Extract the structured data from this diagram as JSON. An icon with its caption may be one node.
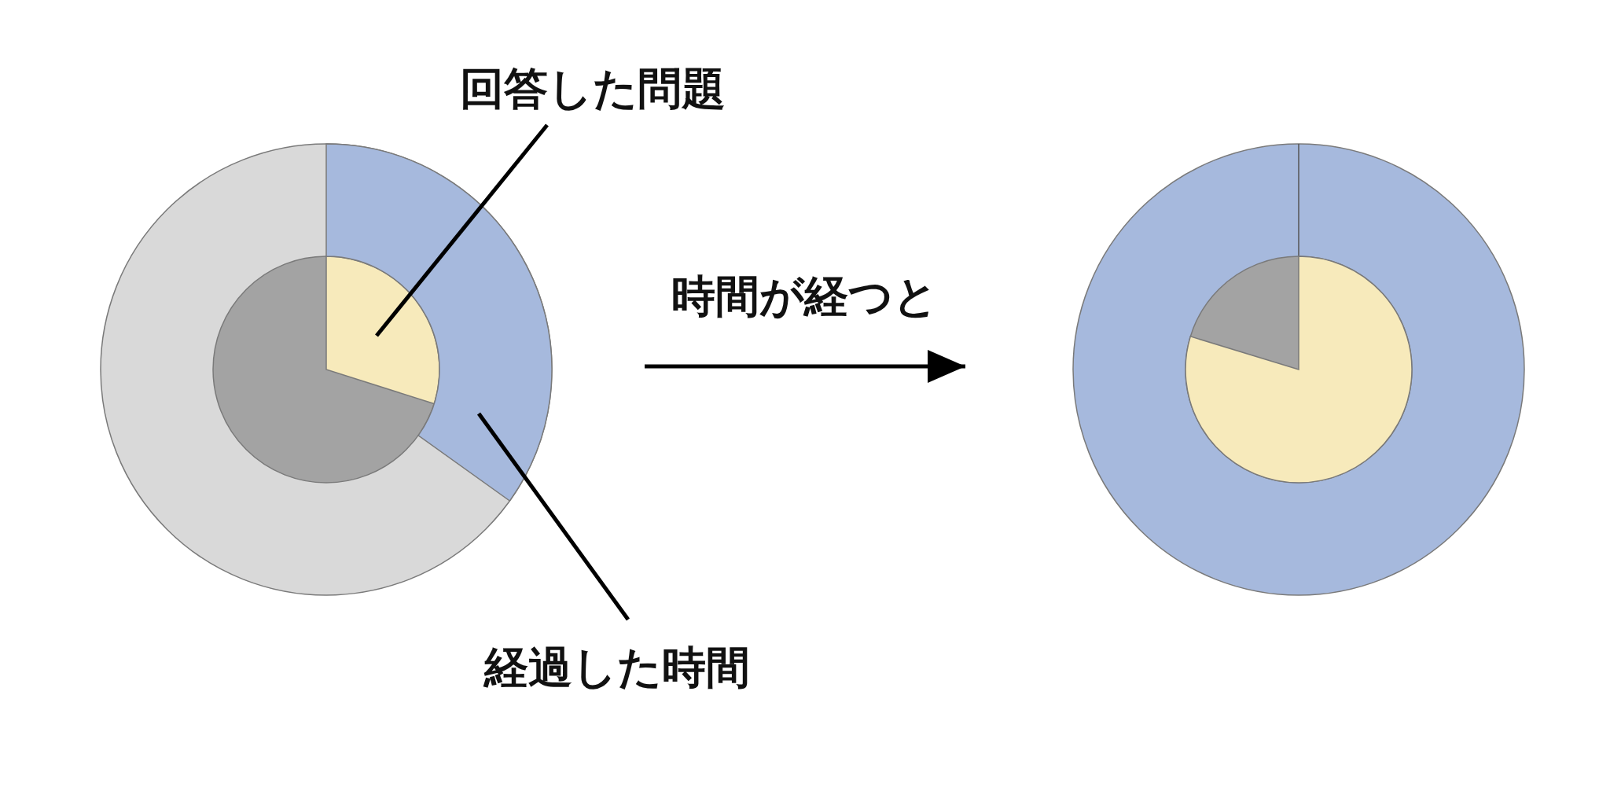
{
  "diagram": {
    "nodes": [
      {
        "text": [],
        "shape": "picture"
      },
      {
        "text": [],
        "shape": "picture"
      },
      {
        "text": [],
        "shape": "sector",
        "in": 0
      },
      {
        "text": [],
        "shape": "sector",
        "in": 0
      },
      {
        "text": [
          "回答した問題"
        ]
      },
      {
        "text": [
          "経過した時間"
        ]
      }
    ],
    "edges": [
      {
        "from": 4,
        "to": 2,
        "arrow": "none"
      },
      {
        "from": 5,
        "to": 3,
        "arrow": "none"
      },
      {
        "from": 0,
        "to": 1,
        "arrow": "to",
        "label": "時間が経つと"
      }
    ]
  }
}
